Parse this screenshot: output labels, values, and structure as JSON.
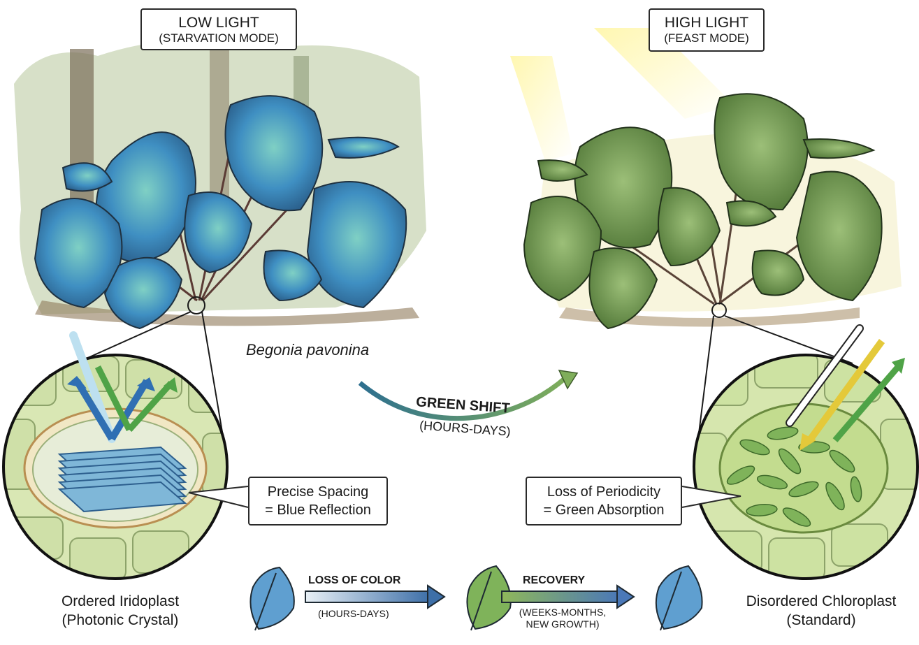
{
  "panels": {
    "left": {
      "title": "LOW LIGHT",
      "subtitle": "(STARVATION MODE)"
    },
    "right": {
      "title": "HIGH LIGHT",
      "subtitle": "(FEAST MODE)"
    }
  },
  "species": "Begonia pavonina",
  "shift": {
    "label": "GREEN SHIFT",
    "time": "(HOURS-DAYS)"
  },
  "callouts": {
    "left": {
      "line1": "Precise Spacing",
      "line2": "= Blue Reflection"
    },
    "right": {
      "line1": "Loss of Periodicity",
      "line2": "= Green Absorption"
    }
  },
  "captions": {
    "left": {
      "line1": "Ordered Iridoplast",
      "line2": "(Photonic Crystal)"
    },
    "right": {
      "line1": "Disordered Chloroplast",
      "line2": "(Standard)"
    }
  },
  "timeline": {
    "step1": {
      "label": "LOSS OF COLOR",
      "time": "(HOURS-DAYS)"
    },
    "step2": {
      "label": "RECOVERY",
      "time1": "(WEEKS-MONTHS,",
      "time2": "NEW GROWTH)"
    }
  },
  "colors": {
    "blue_leaf": "#4f95c4",
    "green_leaf": "#6f9a4e",
    "cell": "#cfe0a8",
    "accent_yellow": "#f2e27a"
  }
}
